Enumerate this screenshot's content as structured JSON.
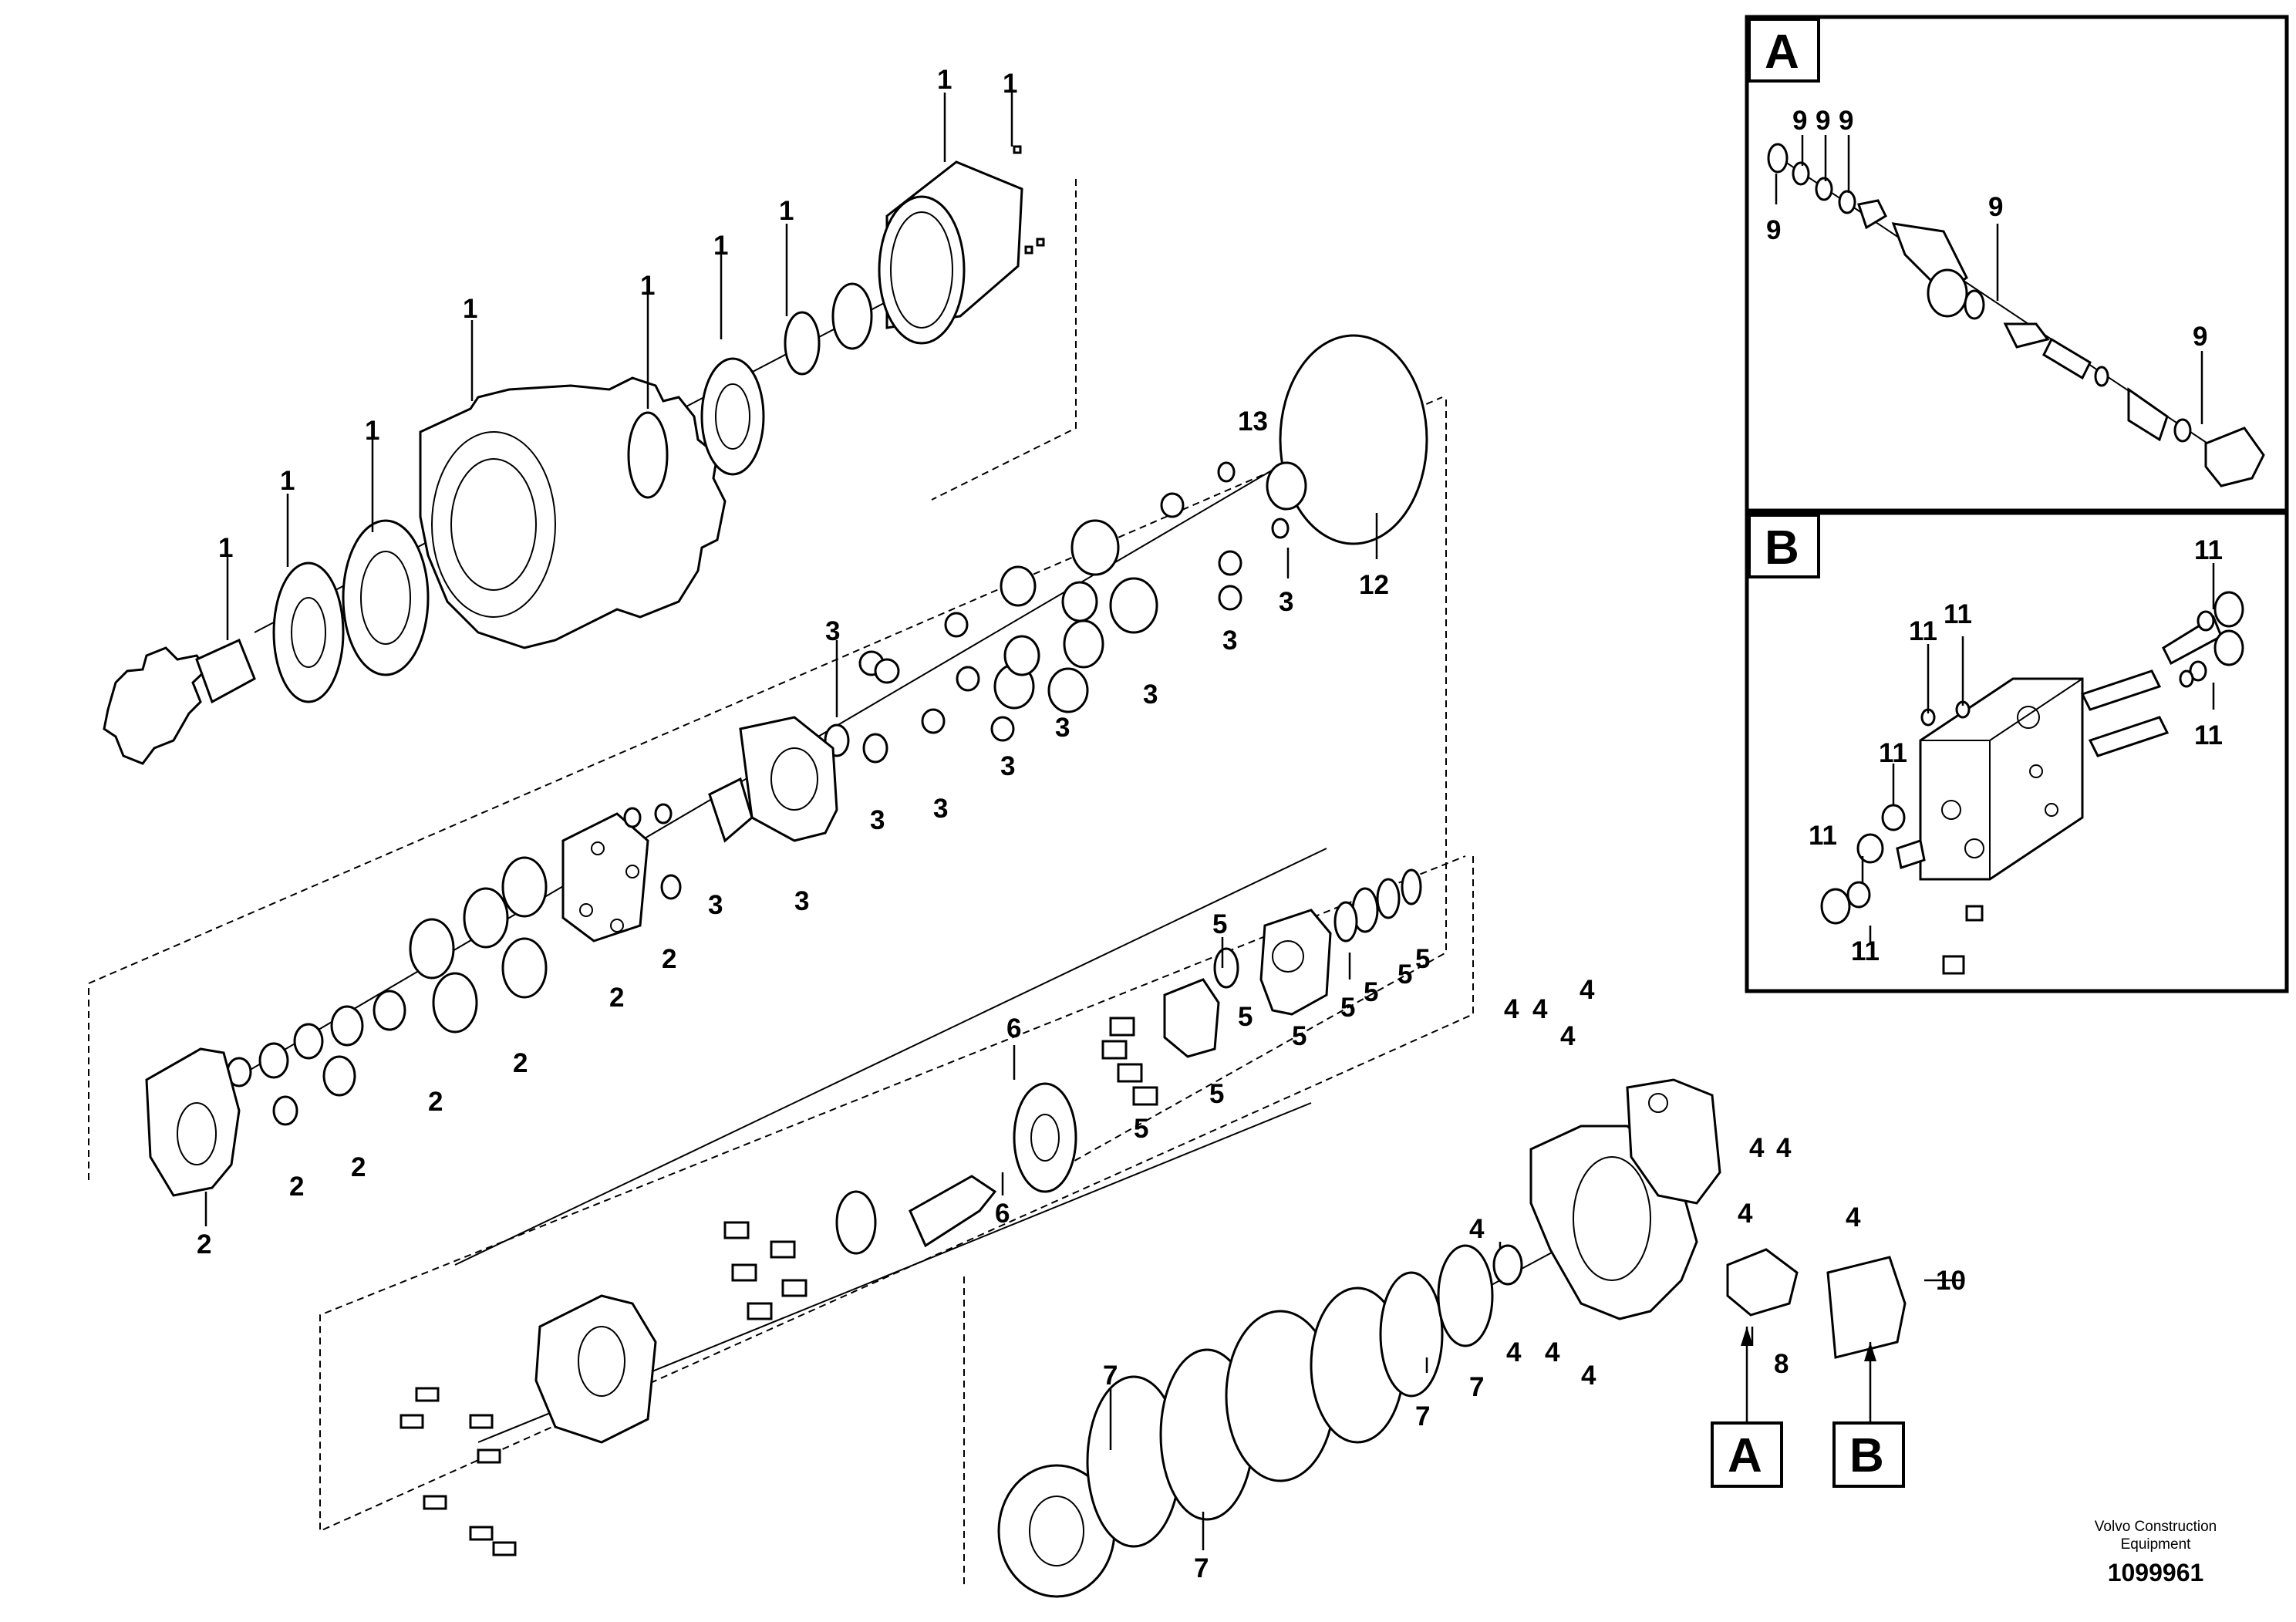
{
  "diagram": {
    "callouts": [
      "1",
      "2",
      "3",
      "4",
      "5",
      "6",
      "7",
      "8",
      "9",
      "10",
      "11",
      "12",
      "13"
    ],
    "insets": [
      {
        "letter": "A",
        "label": "A"
      },
      {
        "letter": "B",
        "label": "B"
      }
    ],
    "reference_tags": [
      "A",
      "B"
    ]
  },
  "footer": {
    "company_line1": "Volvo Construction",
    "company_line2": "Equipment",
    "drawing_number": "1099961"
  }
}
